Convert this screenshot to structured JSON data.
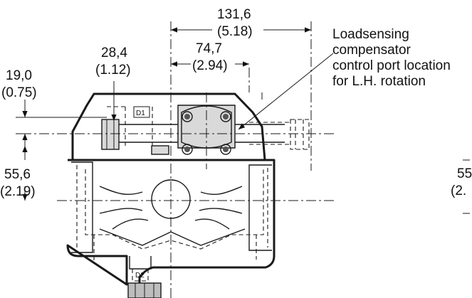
{
  "dimensions": {
    "d131": {
      "mm": "131,6",
      "inch": "(5.18)"
    },
    "d74": {
      "mm": "74,7",
      "inch": "(2.94)"
    },
    "d28": {
      "mm": "28,4",
      "inch": "(1.12)"
    },
    "d19": {
      "mm": "19,0",
      "inch": "(0.75)"
    },
    "d55": {
      "mm": "55,6",
      "inch": "(2.19)"
    },
    "d55_cut": {
      "mm": "55",
      "inch": "(2."
    }
  },
  "callout": {
    "line1": "Loadsensing",
    "line2": "compensator",
    "line3": "control port location",
    "line4": "for L.H. rotation"
  },
  "port_labels": {
    "d1": "D1",
    "d2": "D2"
  }
}
